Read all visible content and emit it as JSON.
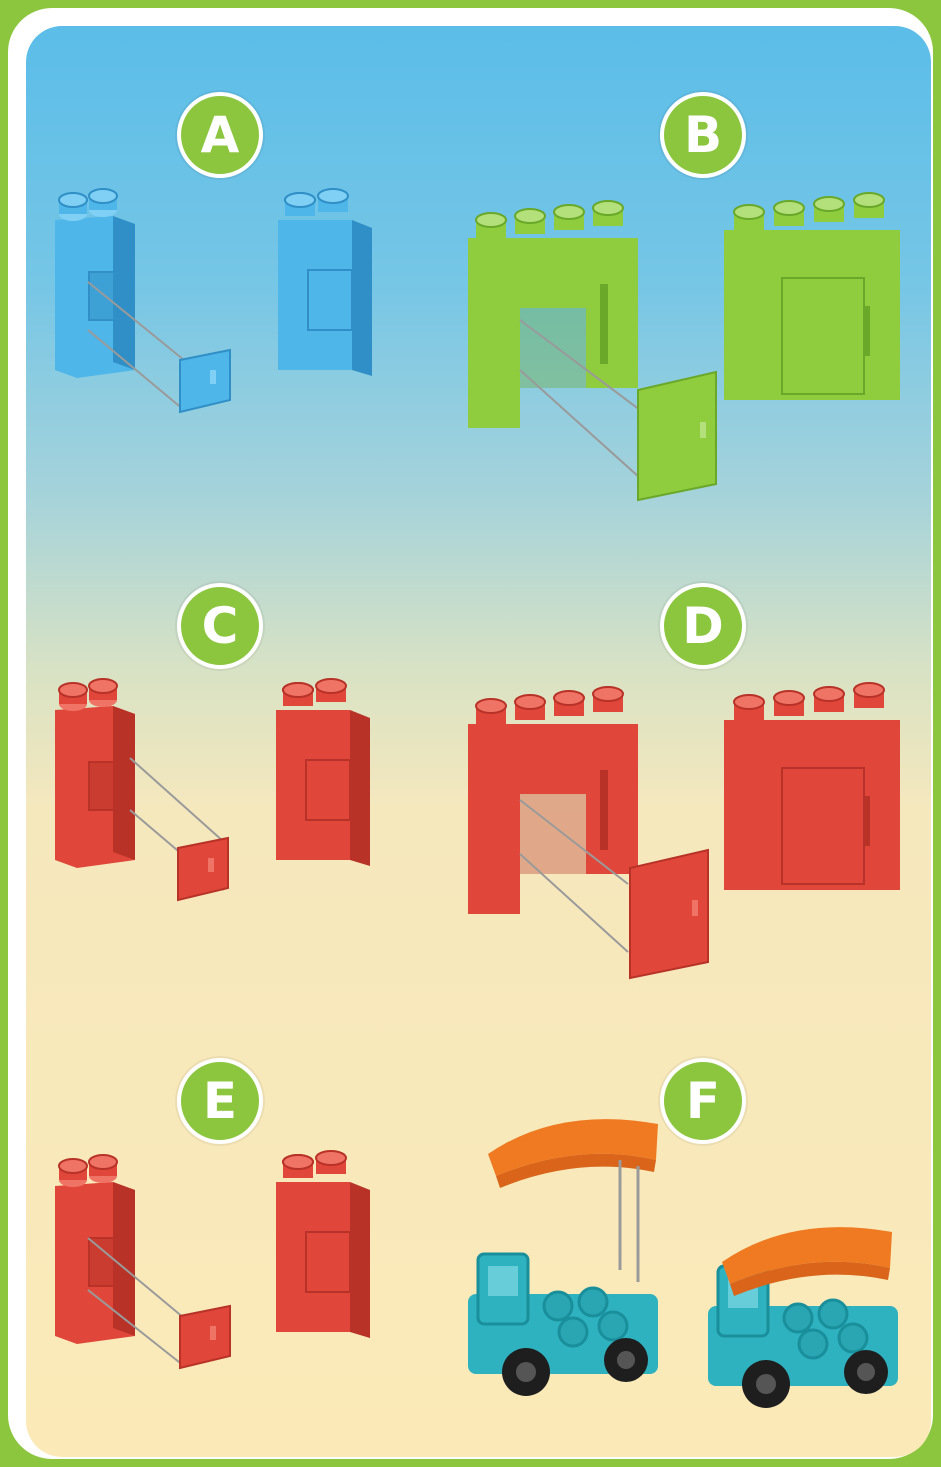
{
  "steps": [
    {
      "label": "A"
    },
    {
      "label": "B"
    },
    {
      "label": "C"
    },
    {
      "label": "D"
    },
    {
      "label": "E"
    },
    {
      "label": "F"
    }
  ],
  "colors": {
    "frame": "#8cc63f",
    "badge": "#8cc63f",
    "blue_brick": "#4fb6e9",
    "green_brick": "#8fcd3e",
    "red_brick": "#e0473a",
    "vehicle_body": "#2fb2c0",
    "vehicle_roof": "#f07a22",
    "wheel": "#1e1e1e"
  },
  "icons": [
    "window-brick-icon",
    "door-brick-icon",
    "wall-frame-icon",
    "vehicle-icon",
    "roof-icon",
    "wheel-icon"
  ]
}
